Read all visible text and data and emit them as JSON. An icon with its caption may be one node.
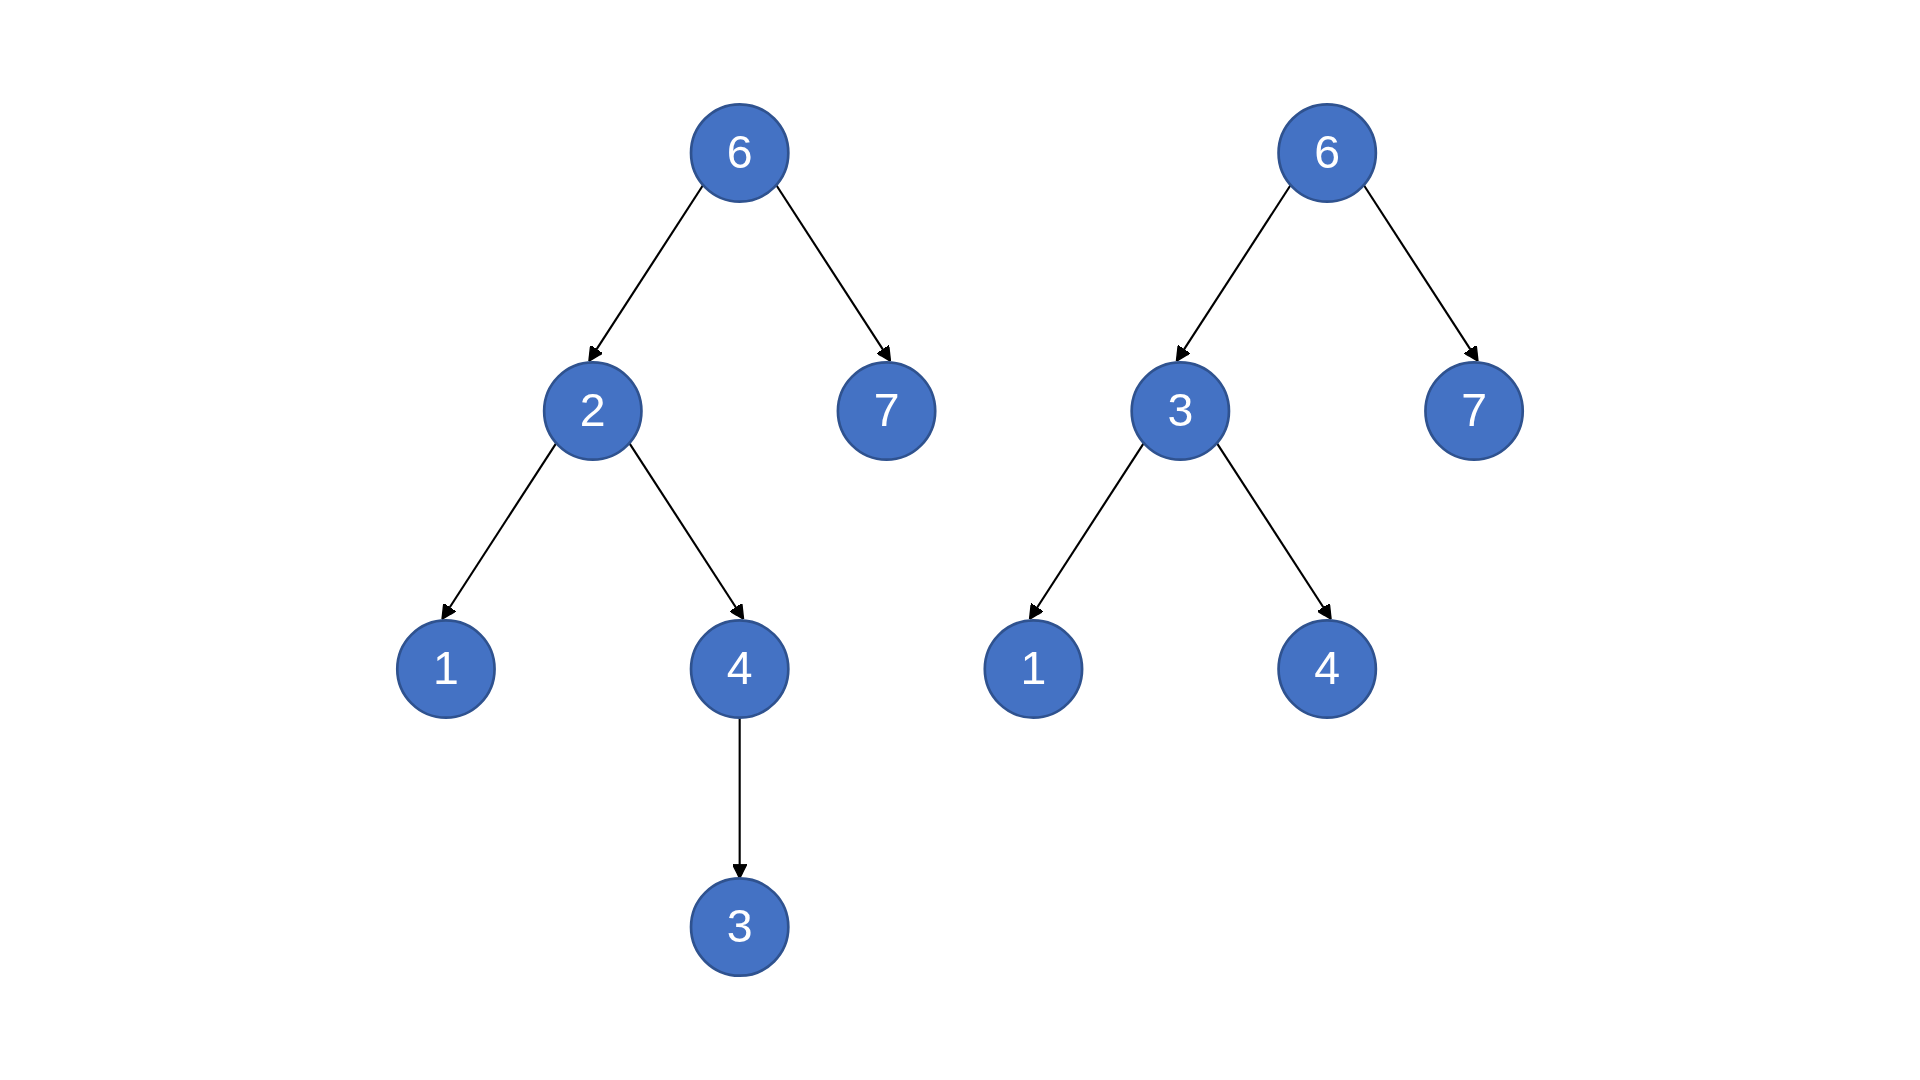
{
  "diagram": {
    "nodes": [
      {
        "text": [
          "6"
        ]
      },
      {
        "text": [
          "2"
        ]
      },
      {
        "text": [
          "7"
        ]
      },
      {
        "text": [
          "1"
        ]
      },
      {
        "text": [
          "4"
        ]
      },
      {
        "text": [
          "3"
        ]
      },
      {
        "text": [
          "6"
        ]
      },
      {
        "text": [
          "3"
        ]
      },
      {
        "text": [
          "7"
        ]
      },
      {
        "text": [
          "1"
        ]
      },
      {
        "text": [
          "4"
        ]
      }
    ],
    "edges": [
      {
        "from": 0,
        "to": 1,
        "arrow": "to"
      },
      {
        "from": 0,
        "to": 2,
        "arrow": "to"
      },
      {
        "from": 1,
        "to": 3,
        "arrow": "to"
      },
      {
        "from": 1,
        "to": 4,
        "arrow": "to"
      },
      {
        "from": 4,
        "to": 5,
        "arrow": "to"
      },
      {
        "from": 6,
        "to": 7,
        "arrow": "to"
      },
      {
        "from": 6,
        "to": 8,
        "arrow": "to"
      },
      {
        "from": 7,
        "to": 9,
        "arrow": "to"
      },
      {
        "from": 7,
        "to": 10,
        "arrow": "to"
      }
    ]
  }
}
